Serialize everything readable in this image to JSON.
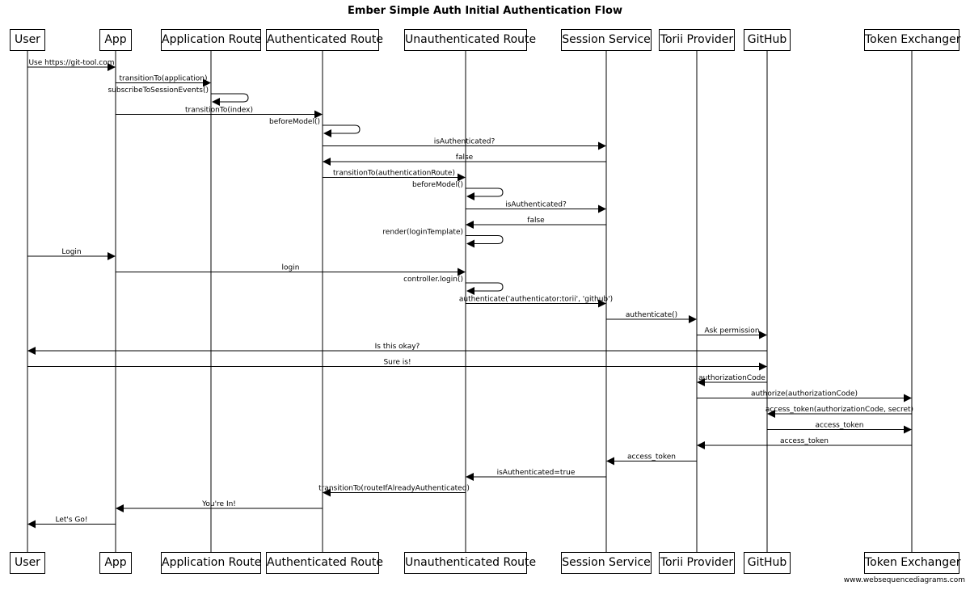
{
  "title": "Ember Simple Auth Initial Authentication Flow",
  "watermark": "www.websequencediagrams.com",
  "participants": [
    {
      "id": "user",
      "label": "User"
    },
    {
      "id": "app",
      "label": "App"
    },
    {
      "id": "approute",
      "label": "Application Route"
    },
    {
      "id": "authroute",
      "label": "Authenticated Route"
    },
    {
      "id": "unauthroute",
      "label": "Unauthenticated Route"
    },
    {
      "id": "session",
      "label": "Session Service"
    },
    {
      "id": "torii",
      "label": "Torii Provider"
    },
    {
      "id": "github",
      "label": "GitHub"
    },
    {
      "id": "token",
      "label": "Token Exchanger"
    }
  ],
  "messages": [
    {
      "from": "user",
      "to": "app",
      "label": "Use https://git-tool.com"
    },
    {
      "from": "app",
      "to": "approute",
      "label": "transitionTo(application)"
    },
    {
      "from": "approute",
      "to": "approute",
      "label": "subscribeToSessionEvents()"
    },
    {
      "from": "app",
      "to": "authroute",
      "label": "transitionTo(index)"
    },
    {
      "from": "authroute",
      "to": "authroute",
      "label": "beforeModel()"
    },
    {
      "from": "authroute",
      "to": "session",
      "label": "isAuthenticated?"
    },
    {
      "from": "session",
      "to": "authroute",
      "label": "false"
    },
    {
      "from": "authroute",
      "to": "unauthroute",
      "label": "transitionTo(authenticationRoute)"
    },
    {
      "from": "unauthroute",
      "to": "unauthroute",
      "label": "beforeModel()"
    },
    {
      "from": "unauthroute",
      "to": "session",
      "label": "isAuthenticated?"
    },
    {
      "from": "session",
      "to": "unauthroute",
      "label": "false"
    },
    {
      "from": "unauthroute",
      "to": "unauthroute",
      "label": "render(loginTemplate)"
    },
    {
      "from": "user",
      "to": "app",
      "label": "Login"
    },
    {
      "from": "app",
      "to": "unauthroute",
      "label": "login"
    },
    {
      "from": "unauthroute",
      "to": "unauthroute",
      "label": "controller.login()"
    },
    {
      "from": "unauthroute",
      "to": "session",
      "label": "authenticate('authenticator:torii', 'github')"
    },
    {
      "from": "session",
      "to": "torii",
      "label": "authenticate()"
    },
    {
      "from": "torii",
      "to": "github",
      "label": "Ask permission"
    },
    {
      "from": "github",
      "to": "user",
      "label": "Is this okay?"
    },
    {
      "from": "user",
      "to": "github",
      "label": "Sure is!"
    },
    {
      "from": "github",
      "to": "torii",
      "label": "authorizationCode"
    },
    {
      "from": "torii",
      "to": "token",
      "label": "authorize(authorizationCode)"
    },
    {
      "from": "token",
      "to": "github",
      "label": "access_token(authorizationCode, secret)"
    },
    {
      "from": "github",
      "to": "token",
      "label": "access_token"
    },
    {
      "from": "token",
      "to": "torii",
      "label": "access_token"
    },
    {
      "from": "torii",
      "to": "session",
      "label": "access_token"
    },
    {
      "from": "session",
      "to": "unauthroute",
      "label": "isAuthenticated=true"
    },
    {
      "from": "unauthroute",
      "to": "authroute",
      "label": "transitionTo(routeIfAlreadyAuthenticated)"
    },
    {
      "from": "authroute",
      "to": "app",
      "label": "You're In!"
    },
    {
      "from": "app",
      "to": "user",
      "label": "Let's Go!"
    }
  ]
}
